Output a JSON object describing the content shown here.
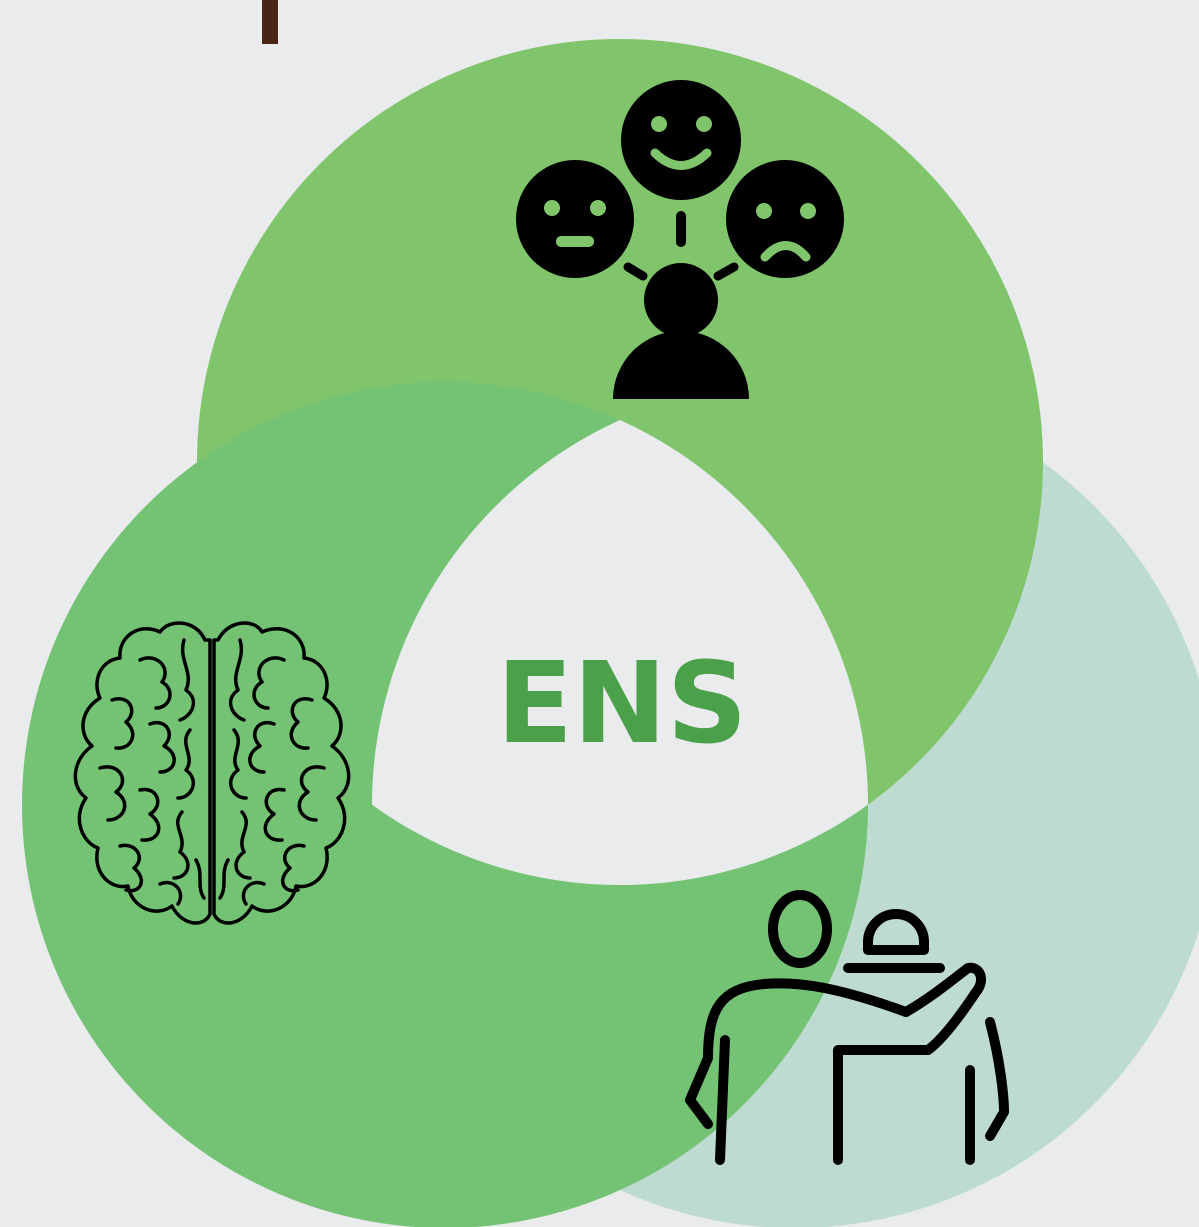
{
  "diagram": {
    "center_label": "ENS",
    "colors": {
      "background": "#eaebec",
      "top_circle": "#80c56b",
      "left_circle": "#74c274",
      "right_circle": "#bedbd2",
      "center_fill": "#eaebec",
      "center_text": "#4aa14a",
      "icon_ink": "#000000",
      "face_features": "#80c56b",
      "top_fragment": "#4a2417"
    },
    "circles": [
      {
        "name": "top",
        "icon": "emotions-icon"
      },
      {
        "name": "left",
        "icon": "brain-icon"
      },
      {
        "name": "right",
        "icon": "support-icon"
      }
    ]
  }
}
